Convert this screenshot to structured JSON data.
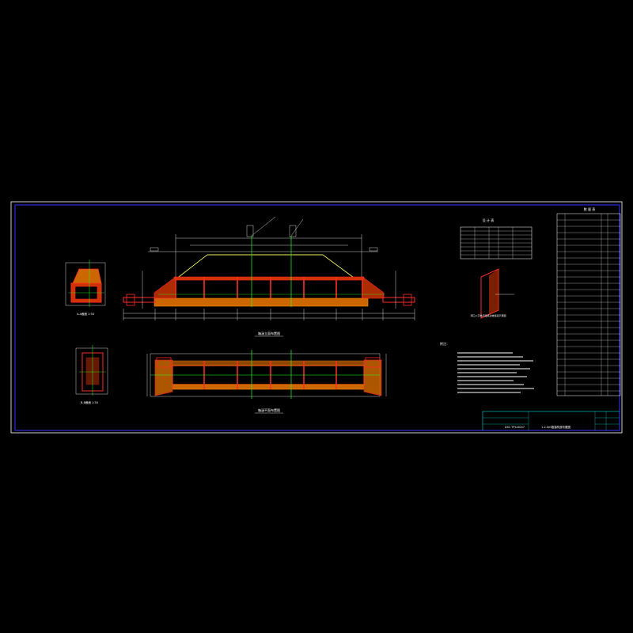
{
  "drawing": {
    "colors": {
      "background": "#000000",
      "frame": "#ffffff",
      "inner_frame": "#0000ff",
      "structure": "#ff2a2a",
      "hatch": "#ff8c00",
      "centerline": "#22ff22",
      "dimension": "#ffffff",
      "grade_line": "#ffff66",
      "title_text": "#00ffff"
    },
    "title_block": {
      "drawing_number": "DS1 TP4-K047",
      "sheet_title": "1-2.0m箱涵构造布置图"
    },
    "views": [
      {
        "name": "A-A",
        "label": "A-A截面  1:50"
      },
      {
        "name": "B-B",
        "label": "B-B截面  1:50"
      },
      {
        "name": "elevation",
        "label": "箱涵立面布置图"
      },
      {
        "name": "plan",
        "label": "箱涵平面布置图"
      }
    ],
    "detail_label": "洞口八字墙与路基边坡连接示意图",
    "notes_title": "附注：",
    "notes_count": 11,
    "tables": {
      "params_title": "设 计 表",
      "quantities_title": "数 量 表"
    }
  }
}
